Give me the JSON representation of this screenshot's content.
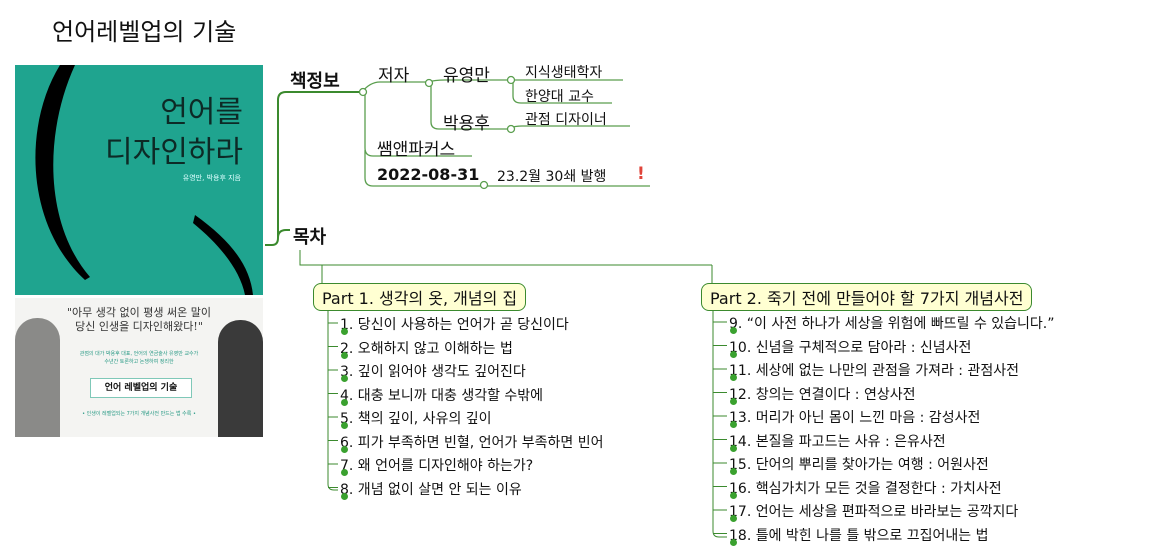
{
  "title": "언어레벨업의 기술",
  "cover": {
    "title_line1": "언어를",
    "title_line2": "디자인하라",
    "authors": "유영만, 박용후 지음",
    "accent": "#1fa48f"
  },
  "banner": {
    "quote_line1": "\"아무 생각 없이 평생 써온 말이",
    "quote_line2": "당신 인생을 디자인해왔다!\"",
    "desc_line1": "관점의 대가 박용후 대표, 언어의 연금술사 유영만 교수가",
    "desc_line2": "수년간 토론하고 논쟁하여 정리한",
    "book": "언어 레벨업의 기술",
    "footer": "• 인생이 레벨업되는 7가지 개념사전 만드는 법 수록 •"
  },
  "mindmap": {
    "book_info": {
      "label": "책정보",
      "author_label": "저자",
      "author1": {
        "name": "유영만",
        "details": [
          "지식생태학자",
          "한양대 교수"
        ]
      },
      "author2": {
        "name": "박용후",
        "details": [
          "관점 디자이너"
        ]
      },
      "publisher": "쌤앤파커스",
      "date": "2022-08-31",
      "date_note": "23.2월 30쇄 발행",
      "note_icon": "exclamation-icon"
    },
    "toc": {
      "label": "목차",
      "parts": [
        {
          "title": "Part 1. 생각의 옷, 개념의 집",
          "items": [
            "1. 당신이 사용하는 언어가 곧 당신이다",
            "2. 오해하지 않고 이해하는 법",
            "3. 깊이 읽어야 생각도 깊어진다",
            "4. 대충 보니까 대충 생각할 수밖에",
            "5. 책의 깊이, 사유의 깊이",
            "6. 피가 부족하면 빈혈, 언어가 부족하면 빈어",
            "7. 왜 언어를 디자인해야 하는가?",
            "8. 개념 없이 살면 안 되는 이유"
          ]
        },
        {
          "title": "Part 2. 죽기 전에 만들어야 할 7가지 개념사전",
          "items": [
            "9. “이 사전 하나가 세상을 위험에 빠뜨릴 수 있습니다.”",
            "10. 신념을 구체적으로 담아라 : 신념사전",
            "11. 세상에 없는 나만의 관점을 가져라 : 관점사전",
            "12. 창의는 연결이다 : 연상사전",
            "13. 머리가 아닌 몸이 느낀 마음 : 감성사전",
            "14. 본질을 파고드는 사유 : 은유사전",
            "15. 단어의 뿌리를 찾아가는 여행 : 어원사전",
            "16. 핵심가치가 모든 것을 결정한다 : 가치사전",
            "17. 언어는 세상을 편파적으로 바라보는 공깍지다",
            "18. 틀에 박힌 나를 틀 밖으로 끄집어내는 법"
          ]
        }
      ]
    },
    "colors": {
      "line": "#3b8a2e",
      "part_bg": "#ffffd2",
      "note": "#e0443a"
    }
  }
}
